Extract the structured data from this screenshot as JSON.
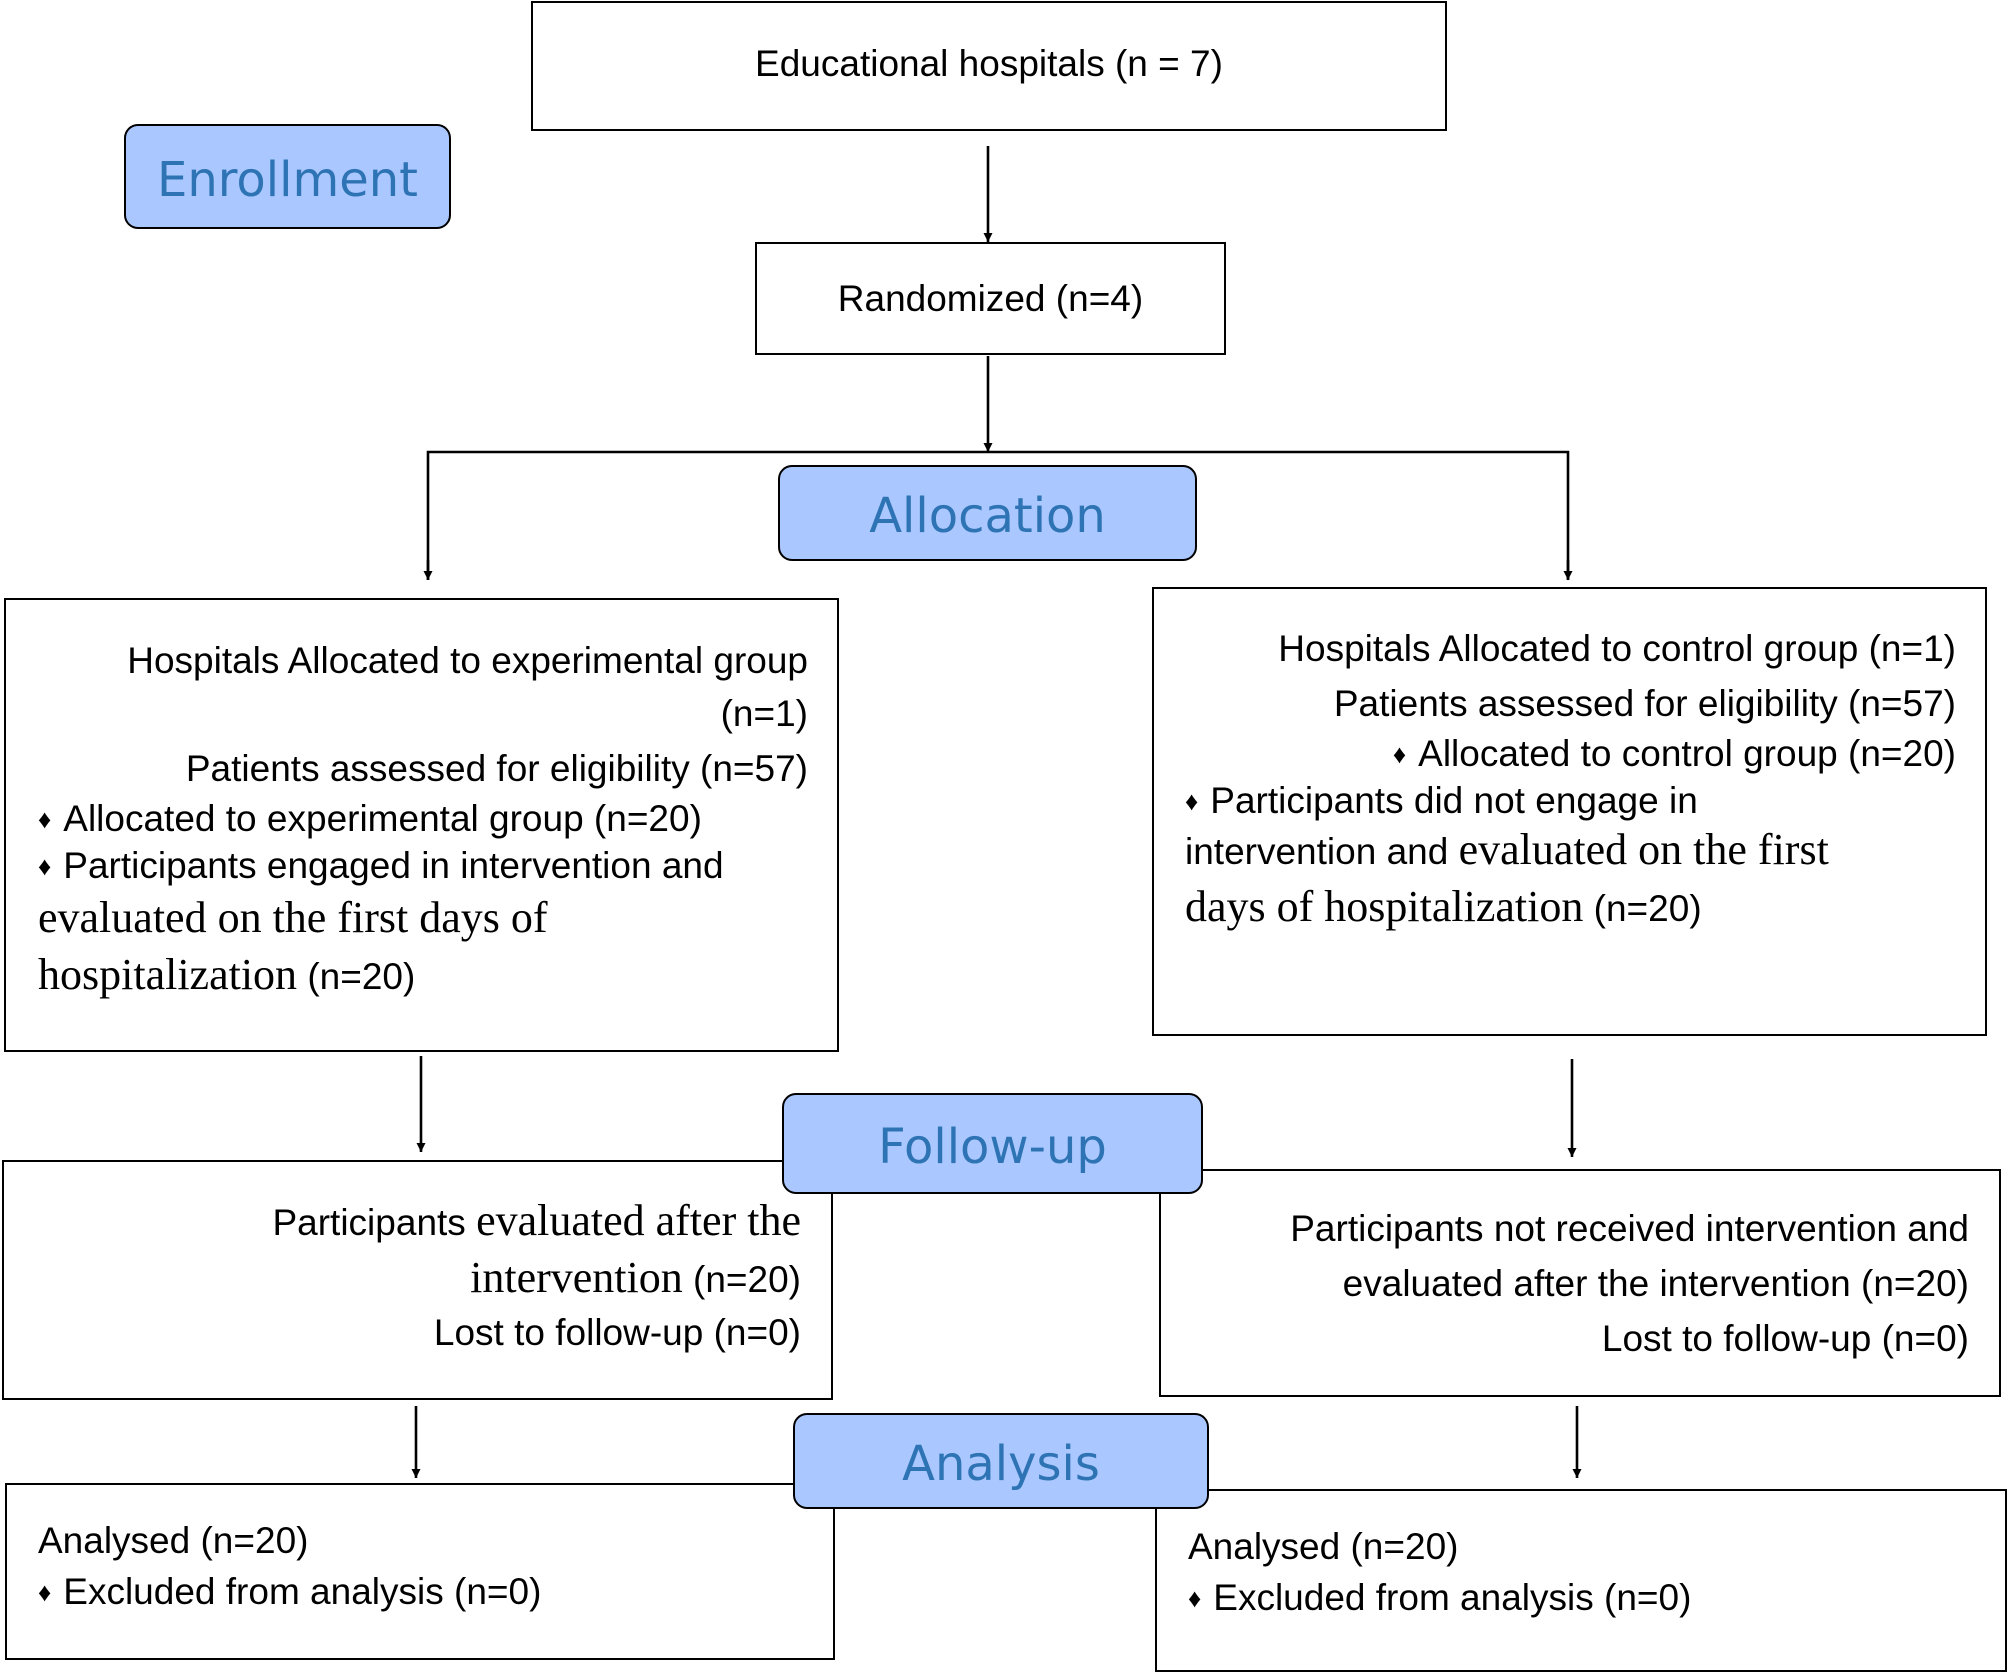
{
  "top": {
    "hospitals": "Educational hospitals (n = 7)",
    "randomized": "Randomized (n=4)"
  },
  "stages": {
    "enrollment": "Enrollment",
    "allocation": "Allocation",
    "followup": "Follow-up",
    "analysis": "Analysis"
  },
  "bullet": "♦",
  "experimental": {
    "allocation": {
      "line1": "Hospitals Allocated to experimental group",
      "line2": "(n=1)",
      "line3": "Patients assessed for eligibility (n=57)",
      "line4": "Allocated to experimental group (n=20)",
      "line5": "Participants engaged in intervention and",
      "line6": "evaluated on the first days of",
      "line7a": "hospitalization",
      "line7b": " (n=20)"
    },
    "followup": {
      "line1a": "Participants ",
      "line1b": "evaluated after the",
      "line2a": "intervention",
      "line2b": " (n=20)",
      "line3": "Lost to follow-up (n=0)"
    },
    "analysis": {
      "line1": "Analysed (n=20)",
      "line2": "Excluded from analysis (n=0)"
    }
  },
  "control": {
    "allocation": {
      "line1": "Hospitals Allocated to control group (n=1)",
      "line2": "Patients assessed for eligibility (n=57)",
      "line3": "Allocated to control group (n=20)",
      "line4": "Participants did not engage in",
      "line5a": "intervention and ",
      "line5b": "evaluated on the first",
      "line6a": "days of hospitalization",
      "line6b": " (n=20)"
    },
    "followup": {
      "line1": "Participants not received intervention and",
      "line2": "evaluated after the intervention (n=20)",
      "line3": "Lost to follow-up (n=0)"
    },
    "analysis": {
      "line1": "Analysed (n=20)",
      "line2": "Excluded from analysis (n=0)"
    }
  }
}
